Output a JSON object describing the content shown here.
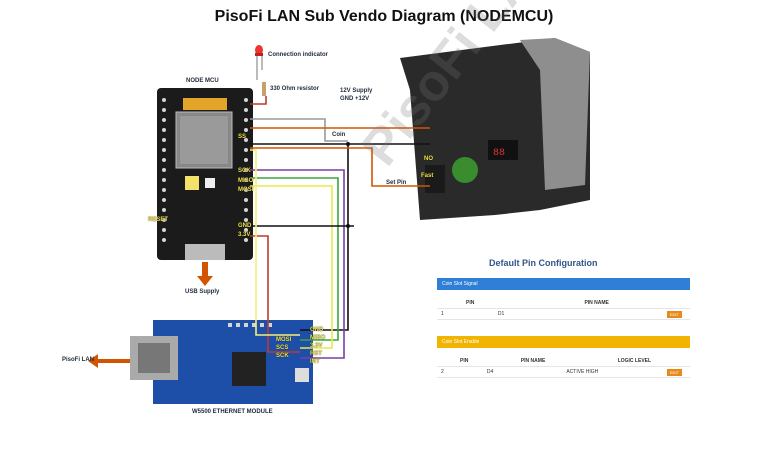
{
  "title": "PisoFi LAN Sub Vendo Diagram (NODEMCU)",
  "labels": {
    "connection_indicator": "Connection indicator",
    "resistor": "330 Ohm resistor",
    "nodemcu": "NODE MCU",
    "supply": "12V Supply",
    "gnd_12v": "GND +12V",
    "coin": "Coin",
    "set_pin": "Set Pin",
    "usb_supply": "USB Supply",
    "pisofi_lan": "PisoFi LAN",
    "w5500": "W5500 ETHERNET MODULE",
    "reset": "RESET"
  },
  "nodemcu_pins": [
    "SS",
    "SCK",
    "MISO",
    "MOSI",
    "GND",
    "3.3V"
  ],
  "w5500_pins_left": [
    "MOSI",
    "SCS",
    "SCK"
  ],
  "w5500_pins_right": [
    "GND",
    "MISO",
    "3.3V",
    "RST",
    "INT"
  ],
  "acceptor_labels": [
    "NO",
    "Fast"
  ],
  "default_pin_config": {
    "title": "Default Pin Configuration",
    "coin_slot_signal": {
      "header": "Coin Slot Signal",
      "columns": [
        "PIN",
        "PIN NAME"
      ],
      "row": {
        "idx": "1",
        "name": "D1",
        "action": "EDIT"
      }
    },
    "coin_slot_enable": {
      "header": "Coin Slot Enable",
      "columns": [
        "PIN",
        "PIN NAME",
        "LOGIC LEVEL"
      ],
      "row": {
        "idx": "2",
        "name": "D4",
        "level": "ACTIVE HIGH",
        "action": "EDIT"
      }
    }
  },
  "watermark": "PisoFi LAN Sub Vendo",
  "colors": {
    "wire_red": "#c0392b",
    "wire_orange": "#d35400",
    "wire_green": "#3ca63c",
    "wire_purple": "#7a3ea5",
    "wire_yellow": "#e8ea4a",
    "signal_blue": "#2f7fd6",
    "enable_gold": "#f1b400"
  }
}
